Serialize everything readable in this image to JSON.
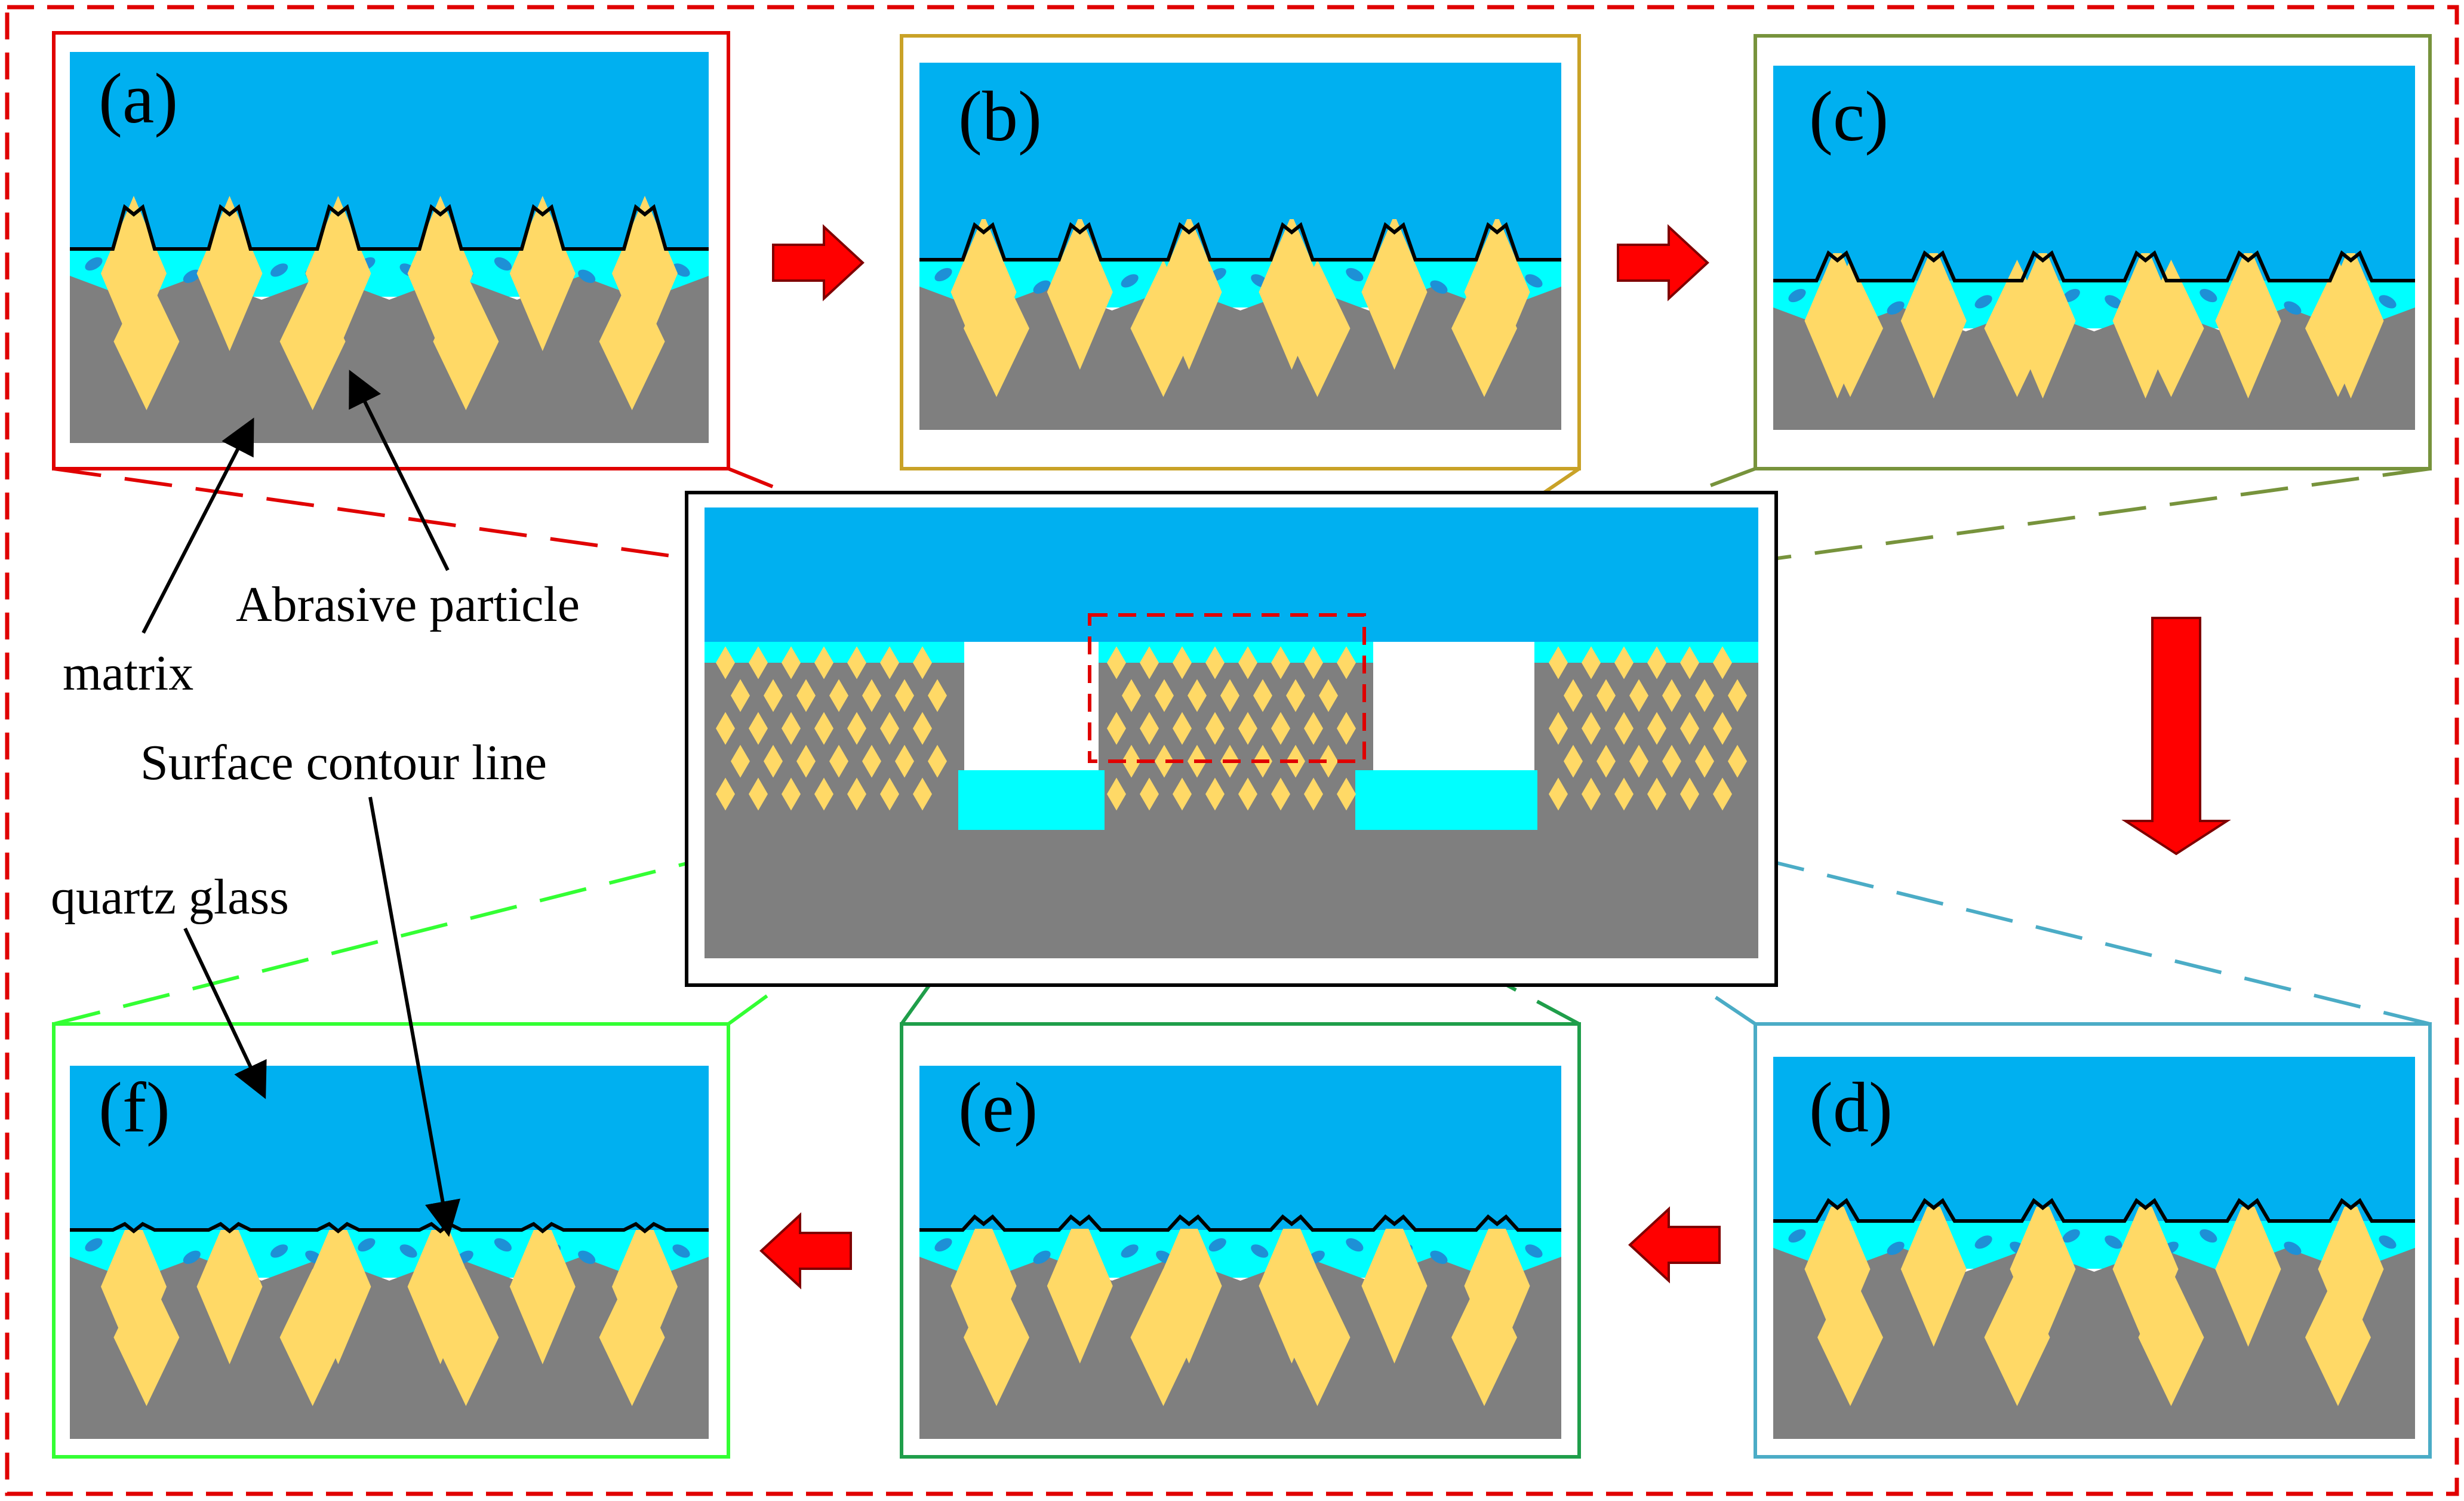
{
  "panels": {
    "a": {
      "label": "(a)"
    },
    "b": {
      "label": "(b)"
    },
    "c": {
      "label": "(c)"
    },
    "d": {
      "label": "(d)"
    },
    "e": {
      "label": "(e)"
    },
    "f": {
      "label": "(f)"
    }
  },
  "annotations": {
    "matrix": "matrix",
    "abrasive_particle": "Abrasive particle",
    "surface_contour_line": "Surface contour line",
    "quartz_glass": "quartz glass"
  },
  "colors": {
    "glass_blue": "#00b0f0",
    "coolant_cyan": "#00ffff",
    "matrix_gray": "#7f7f7f",
    "abrasive_yellow": "#ffd966",
    "arrow_red": "#ff0000",
    "outer_frame_red": "#e00000",
    "frame_a": "#e00000",
    "frame_b": "#c9a227",
    "frame_c": "#77933c",
    "frame_d": "#4bacc6",
    "frame_e": "#1f9e4a",
    "frame_f": "#33ff33"
  },
  "flow_arrows": [
    {
      "from": "a",
      "to": "b",
      "direction": "right"
    },
    {
      "from": "b",
      "to": "c",
      "direction": "right"
    },
    {
      "from": "c",
      "to": "d",
      "direction": "down"
    },
    {
      "from": "d",
      "to": "e",
      "direction": "left"
    },
    {
      "from": "e",
      "to": "f",
      "direction": "left"
    }
  ]
}
